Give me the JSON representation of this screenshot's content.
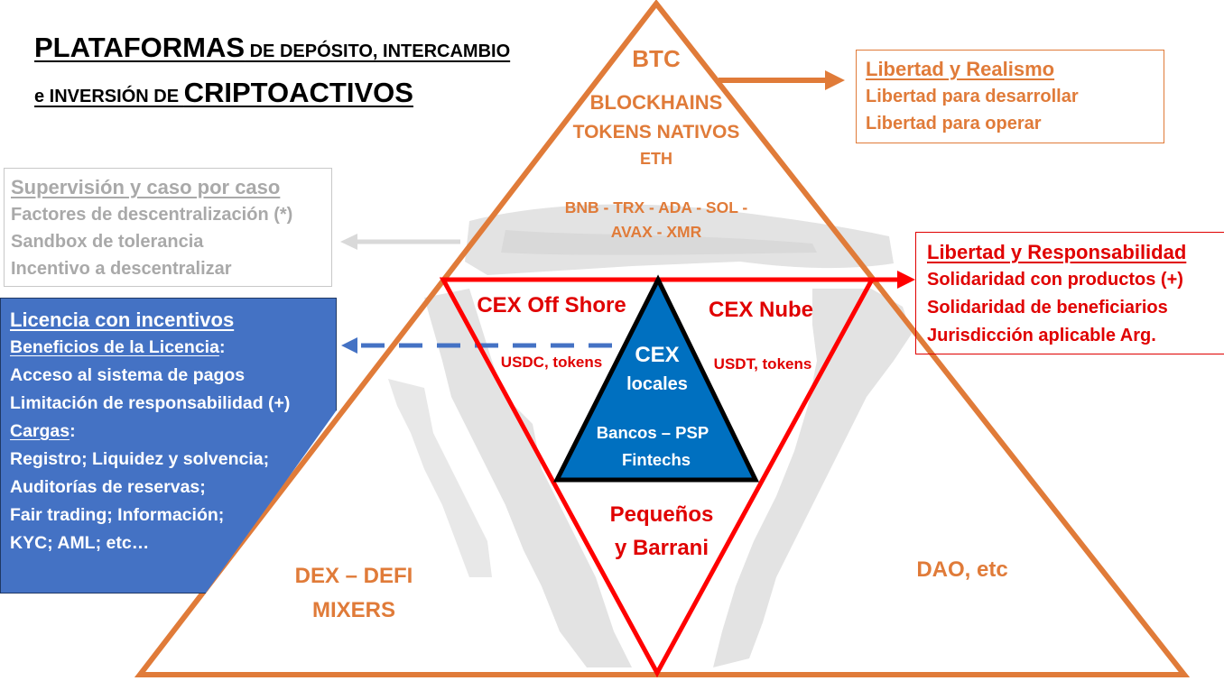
{
  "title": {
    "line1_big": "PLATAFORMAS",
    "line1_small": " DE DEPÓSITO, INTERCAMBIO",
    "line2_small": "e INVERSIÓN DE ",
    "line2_big": "CRIPTOACTIVOS"
  },
  "pyramid": {
    "apex": {
      "btc": "BTC",
      "blockhains": "BLOCKHAINS",
      "tokens_nativos": "TOKENS NATIVOS",
      "eth": "ETH",
      "alts_line1": "BNB - TRX - ADA - SOL -",
      "alts_line2": "AVAX - XMR"
    },
    "bottom_left": {
      "line1": "DEX – DEFI",
      "line2": "MIXERS"
    },
    "bottom_right": {
      "line1": "DAO, etc"
    }
  },
  "inverted_triangle": {
    "left": {
      "title": "CEX Off Shore",
      "sub": "USDC, tokens"
    },
    "right": {
      "title": "CEX Nube",
      "sub": "USDT, tokens"
    },
    "bottom": {
      "line1": "Pequeños",
      "line2": "y Barrani"
    }
  },
  "center_triangle": {
    "line1": "CEX",
    "line2": "locales",
    "line3": "Bancos – PSP",
    "line4": "Fintechs"
  },
  "boxes": {
    "realismo": {
      "heading": "Libertad y Realismo",
      "items": [
        "Libertad para desarrollar",
        "Libertad para operar"
      ]
    },
    "supervision": {
      "heading": "Supervisión y caso por caso",
      "items": [
        "Factores de descentralización (*)",
        "Sandbox de tolerancia",
        "Incentivo a descentralizar"
      ]
    },
    "licencia": {
      "heading": "Licencia con incentivos",
      "benefits_heading": "Beneficios de la Licencia",
      "benefits_suffix": ":",
      "benefits": [
        "Acceso al sistema de pagos",
        "Limitación de responsabilidad (+)"
      ],
      "charges_heading": "Cargas",
      "charges_suffix": ":",
      "charges": [
        "Registro; Liquidez y solvencia;",
        "Auditorías de reservas;",
        "Fair trading; Información;",
        "KYC; AML; etc…"
      ]
    },
    "responsabilidad": {
      "heading": "Libertad y Responsabilidad",
      "items": [
        "Solidaridad con productos (+)",
        "Solidaridad de beneficiarios",
        "Jurisdicción aplicable Arg."
      ]
    }
  },
  "colors": {
    "orange": "#e07b39",
    "red": "#e00000",
    "blue_box": "#4472c4",
    "blue_triangle": "#0070c0",
    "gray_text": "#a9a9a9",
    "map_gray": "#e3e3e3",
    "black": "#000000"
  }
}
